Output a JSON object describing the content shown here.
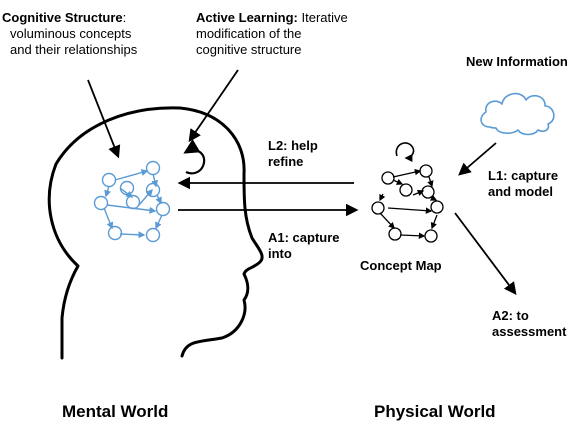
{
  "cognitive_structure": {
    "title": "Cognitive Structure",
    "colon": ":",
    "line1": "voluminous concepts",
    "line2": "and their relationships"
  },
  "active_learning": {
    "title": "Active Learning:",
    "rest1": "Iterative",
    "line2": "modification of the",
    "line3": "cognitive structure"
  },
  "new_information": "New Information",
  "l2": {
    "line1": "L2: help",
    "line2": "refine"
  },
  "a1": {
    "line1": "A1: capture",
    "line2": "into"
  },
  "l1": {
    "line1": "L1: capture",
    "line2": "and model"
  },
  "concept_map_label": "Concept Map",
  "a2": {
    "line1": "A2: to",
    "line2": "assessment"
  },
  "mental_world": "Mental World",
  "physical_world": "Physical World",
  "colors": {
    "node_blue": "#5b9bd5",
    "outline": "#000000"
  },
  "icons": [
    "head-silhouette",
    "cloud-icon",
    "concept-map-graph",
    "cognitive-graph"
  ]
}
